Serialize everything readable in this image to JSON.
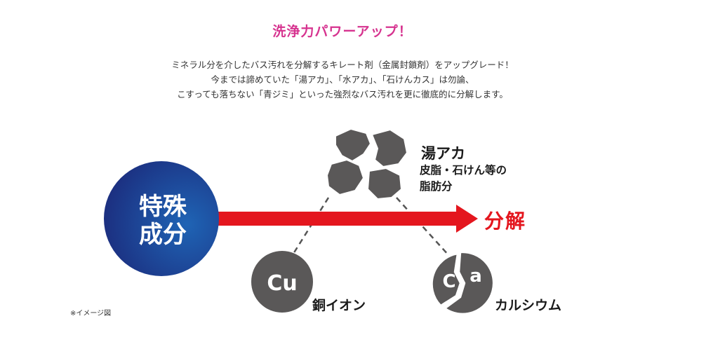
{
  "header": {
    "title": "洗浄力パワーアップ！",
    "description": [
      "ミネラル分を介したバス汚れを分解するキレート剤（金属封鎖剤）をアップグレード！",
      "今までは諦めていた「湯アカ」、「水アカ」、「石けんカス」は勿論、",
      "こすっても落ちない「青ジミ」といった強烈なバス汚れを更に徹底的に分解します。"
    ]
  },
  "diagram": {
    "agent": {
      "lines": [
        "特殊",
        "成分"
      ]
    },
    "result": "分解",
    "hot_water_scale": {
      "title": "湯アカ",
      "desc_lines": [
        "皮脂・石けん等の",
        "脂肪分"
      ]
    },
    "copper": {
      "symbol": "Cu",
      "label": "銅イオン"
    },
    "calcium": {
      "symbol_left": "C",
      "symbol_right": "a",
      "label": "カルシウム"
    },
    "colors": {
      "accent_title": "#d6338f",
      "arrow": "#e4161e",
      "agent_dark": "#1b2677",
      "agent_light": "#1f64b5",
      "particle": "#5a5858"
    }
  },
  "footer": {
    "note": "※イメージ図"
  }
}
